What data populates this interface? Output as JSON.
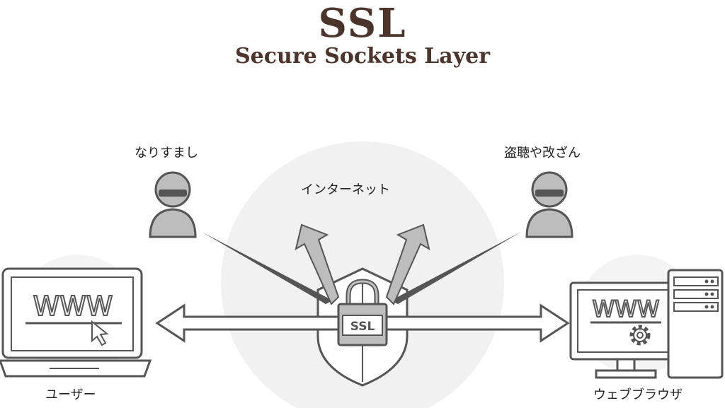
{
  "header": {
    "title": "SSL",
    "subtitle": "Secure Sockets Layer"
  },
  "labels": {
    "spoofing": "なりすまし",
    "tampering": "盗聴や改ざん",
    "internet": "インターネット",
    "user": "ユーザー",
    "browser": "ウェブブラウザ"
  },
  "screens": {
    "user_www": "WWW",
    "browser_www": "WWW"
  },
  "lock_text": "SSL",
  "colors": {
    "title": "#4a342b",
    "stroke": "#555555",
    "fill": "#bdbdbd",
    "bg_circle": "#f1f1f1"
  }
}
